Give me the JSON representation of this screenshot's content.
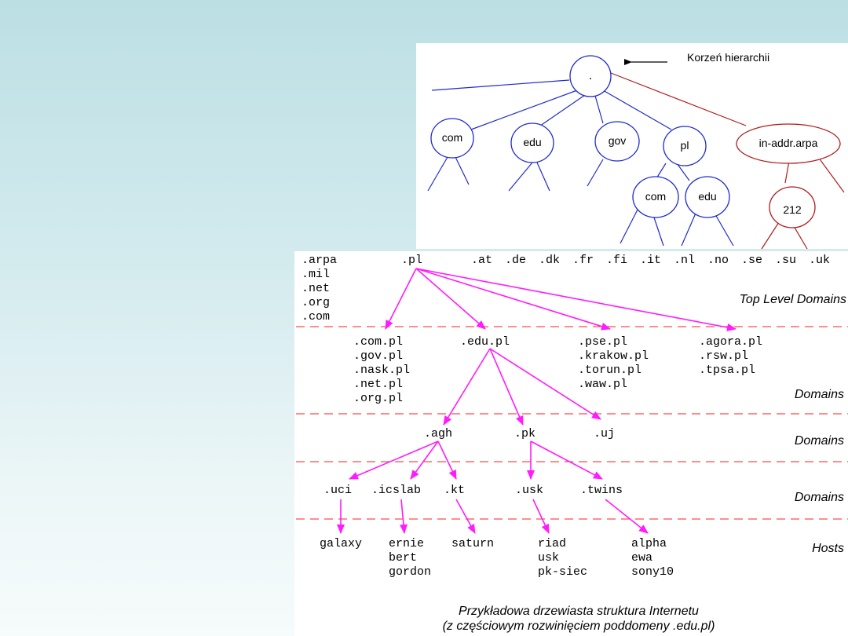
{
  "top_tree": {
    "root_label": ".",
    "root_annotation": "Korzeń hierarchii",
    "nodes": [
      "com",
      "edu",
      "gov",
      "pl",
      "in-addr.arpa",
      "com",
      "edu",
      "212"
    ]
  },
  "main_tree": {
    "tld_left": [
      ".arpa",
      ".mil",
      ".net",
      ".org",
      ".com"
    ],
    "tld_pl": ".pl",
    "tld_row": [
      ".at",
      ".de",
      ".dk",
      ".fr",
      ".fi",
      ".it",
      ".nl",
      ".no",
      ".se",
      ".su",
      ".uk"
    ],
    "pl_groups": [
      [
        ".com.pl",
        ".gov.pl",
        ".nask.pl",
        ".net.pl",
        ".org.pl"
      ],
      [
        ".edu.pl"
      ],
      [
        ".pse.pl",
        ".krakow.pl",
        ".torun.pl",
        ".waw.pl"
      ],
      [
        ".agora.pl",
        ".rsw.pl",
        ".tpsa.pl"
      ]
    ],
    "edu_children": [
      ".agh",
      ".pk",
      ".uj"
    ],
    "agh_children": [
      ".uci",
      ".icslab",
      ".kt"
    ],
    "pk_children": [
      ".usk",
      ".twins"
    ],
    "hosts": [
      [
        "galaxy"
      ],
      [
        "ernie",
        "bert",
        "gordon"
      ],
      [
        "saturn"
      ],
      [
        "riad",
        "usk",
        "pk-siec"
      ],
      [
        "alpha",
        "ewa",
        "sony10"
      ]
    ],
    "levels": [
      "Top Level Domains",
      "Domains",
      "Domains",
      "Domains",
      "Hosts"
    ],
    "caption": [
      "Przykładowa drzewiasta struktura Internetu",
      "(z częściowym rozwinięciem poddomeny .edu.pl)"
    ]
  },
  "colors": {
    "blue": "#1f2bcc",
    "red": "#b01c1c",
    "magenta": "#ff1aff",
    "dash": "#ff4a4a"
  }
}
